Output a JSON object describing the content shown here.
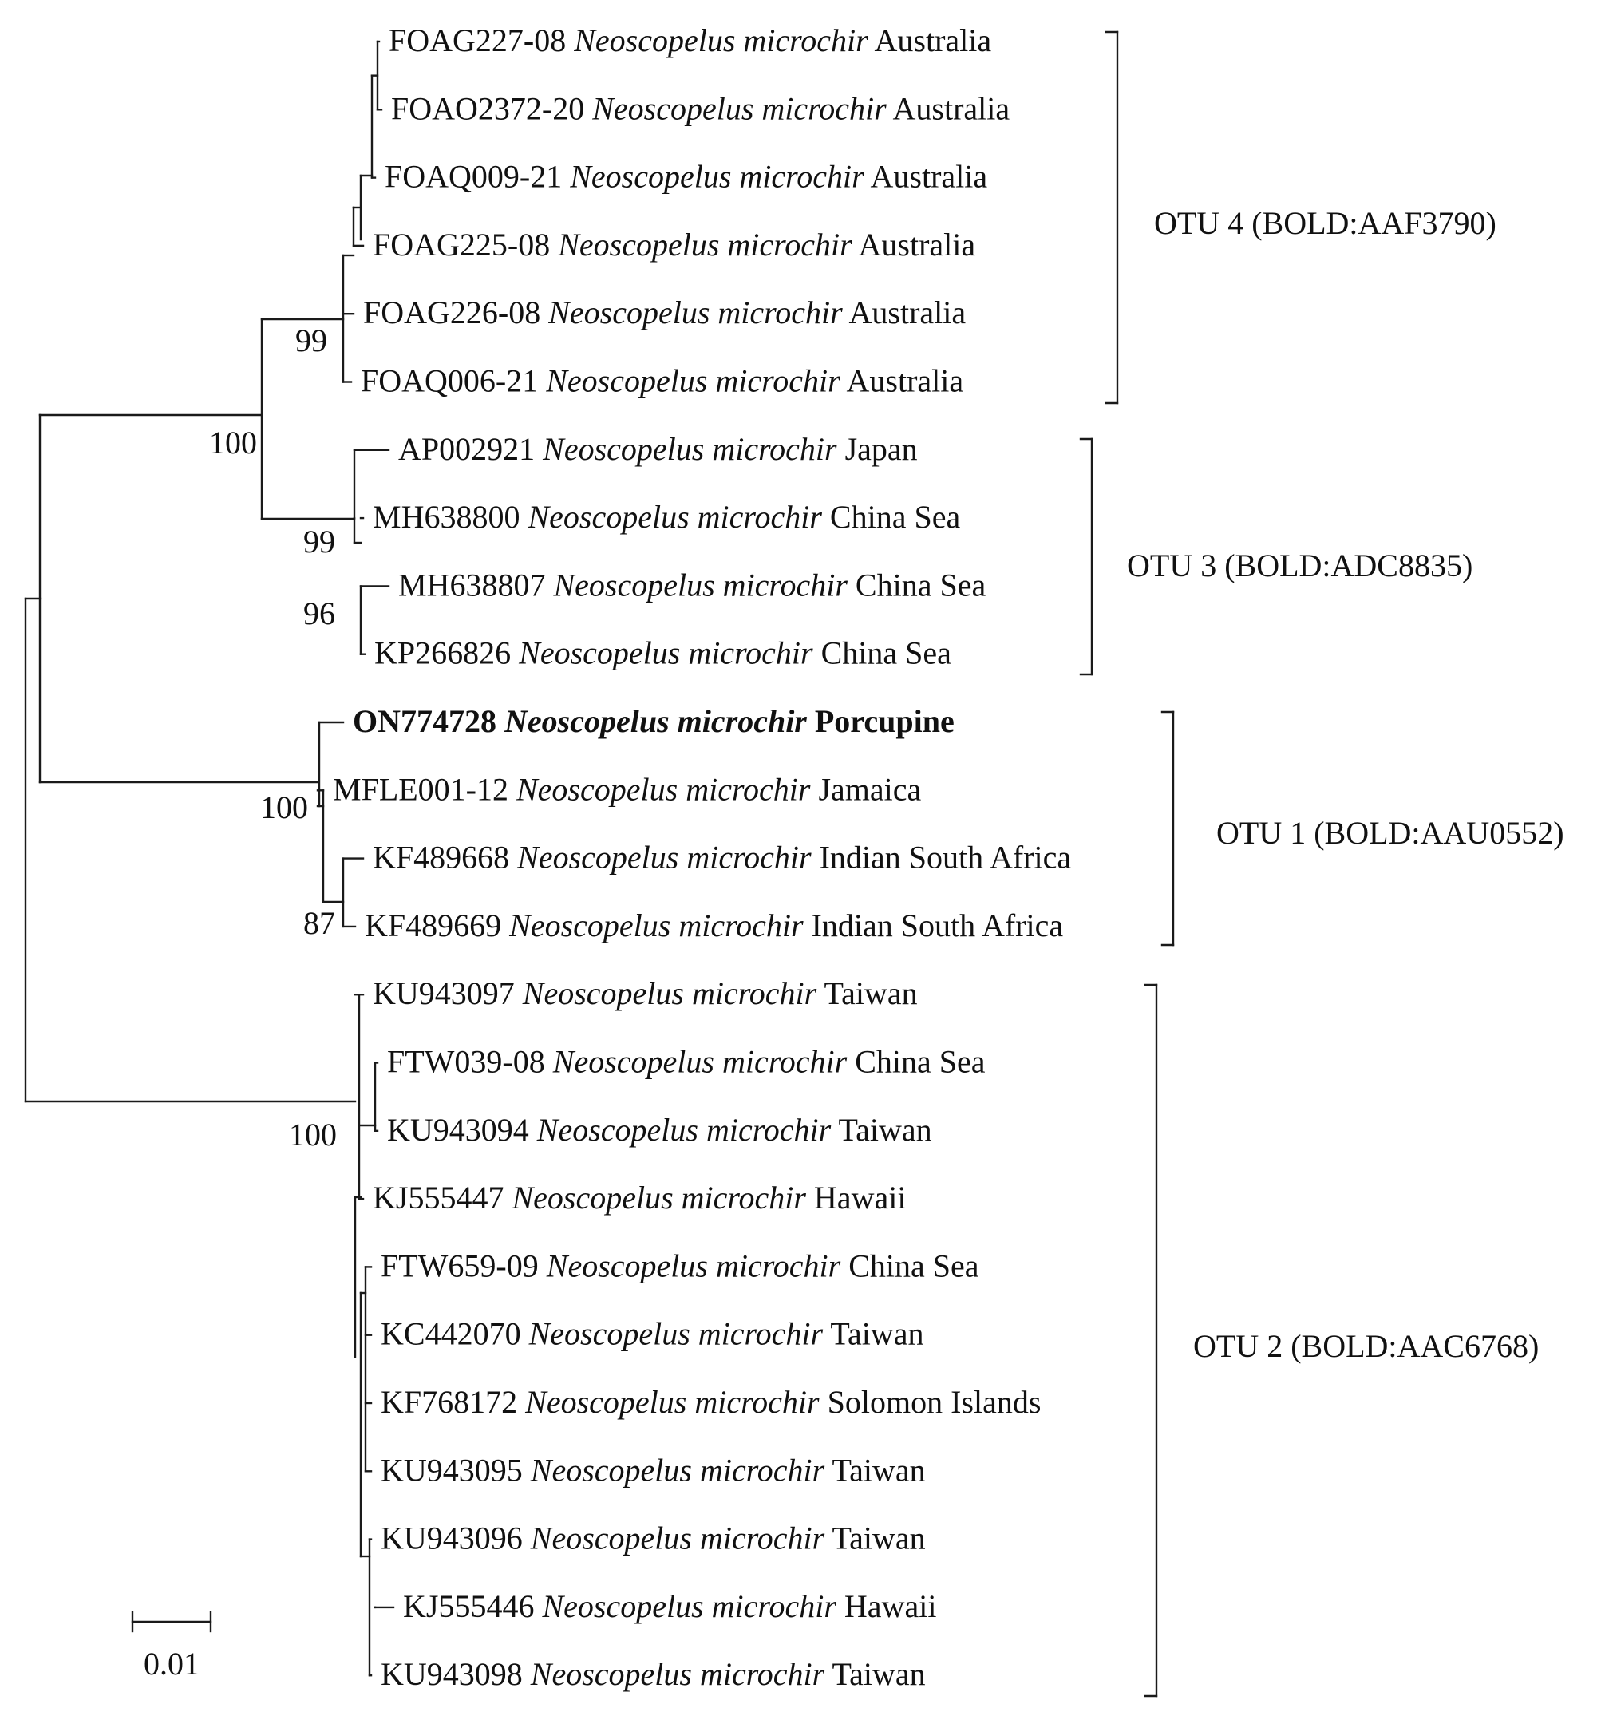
{
  "tree": {
    "taxa": [
      {
        "id": "t1",
        "accession": "FOAG227-08",
        "species": "Neoscopelus microchir",
        "locality": "Australia",
        "bold": false
      },
      {
        "id": "t2",
        "accession": "FOAO2372-20",
        "species": "Neoscopelus microchir",
        "locality": "Australia",
        "bold": false
      },
      {
        "id": "t3",
        "accession": "FOAQ009-21",
        "species": "Neoscopelus microchir",
        "locality": "Australia",
        "bold": false
      },
      {
        "id": "t4",
        "accession": "FOAG225-08",
        "species": "Neoscopelus microchir",
        "locality": "Australia",
        "bold": false
      },
      {
        "id": "t5",
        "accession": "FOAG226-08",
        "species": "Neoscopelus microchir",
        "locality": "Australia",
        "bold": false
      },
      {
        "id": "t6",
        "accession": "FOAQ006-21",
        "species": "Neoscopelus microchir",
        "locality": "Australia",
        "bold": false
      },
      {
        "id": "t7",
        "accession": "AP002921",
        "species": "Neoscopelus microchir",
        "locality": "Japan",
        "bold": false
      },
      {
        "id": "t8",
        "accession": "MH638800",
        "species": "Neoscopelus microchir",
        "locality": "China Sea",
        "bold": false
      },
      {
        "id": "t9",
        "accession": "MH638807",
        "species": "Neoscopelus microchir",
        "locality": "China Sea",
        "bold": false
      },
      {
        "id": "t10",
        "accession": "KP266826",
        "species": "Neoscopelus microchir",
        "locality": "China Sea",
        "bold": false
      },
      {
        "id": "t11",
        "accession": "ON774728",
        "species": "Neoscopelus microchir",
        "locality": "Porcupine",
        "bold": true
      },
      {
        "id": "t12",
        "accession": "MFLE001-12",
        "species": "Neoscopelus microchir",
        "locality": "Jamaica",
        "bold": false
      },
      {
        "id": "t13",
        "accession": "KF489668",
        "species": "Neoscopelus microchir",
        "locality": "Indian South Africa",
        "bold": false
      },
      {
        "id": "t14",
        "accession": "KF489669",
        "species": "Neoscopelus microchir",
        "locality": "Indian South Africa",
        "bold": false
      },
      {
        "id": "t15",
        "accession": "KU943097",
        "species": "Neoscopelus microchir",
        "locality": "Taiwan",
        "bold": false
      },
      {
        "id": "t16",
        "accession": "FTW039-08",
        "species": "Neoscopelus microchir",
        "locality": "China Sea",
        "bold": false
      },
      {
        "id": "t17",
        "accession": "KU943094",
        "species": "Neoscopelus microchir",
        "locality": "Taiwan",
        "bold": false
      },
      {
        "id": "t18",
        "accession": "KJ555447",
        "species": "Neoscopelus microchir",
        "locality": "Hawaii",
        "bold": false
      },
      {
        "id": "t19",
        "accession": "FTW659-09",
        "species": "Neoscopelus microchir",
        "locality": "China Sea",
        "bold": false
      },
      {
        "id": "t20",
        "accession": "KC442070",
        "species": "Neoscopelus microchir",
        "locality": "Taiwan",
        "bold": false
      },
      {
        "id": "t21",
        "accession": "KF768172",
        "species": "Neoscopelus microchir",
        "locality": "Solomon Islands",
        "bold": false
      },
      {
        "id": "t22",
        "accession": "KU943095",
        "species": "Neoscopelus microchir",
        "locality": "Taiwan",
        "bold": false
      },
      {
        "id": "t23",
        "accession": "KU943096",
        "species": "Neoscopelus microchir",
        "locality": "Taiwan",
        "bold": false
      },
      {
        "id": "t24",
        "accession": "KJ555446",
        "species": "Neoscopelus microchir",
        "locality": "Hawaii",
        "bold": false
      },
      {
        "id": "t25",
        "accession": "KU943098",
        "species": "Neoscopelus microchir",
        "locality": "Taiwan",
        "bold": false
      }
    ],
    "bootstrap": [
      {
        "id": "b_otu4",
        "value": "99"
      },
      {
        "id": "b_otu34",
        "value": "100"
      },
      {
        "id": "b_otu3",
        "value": "99"
      },
      {
        "id": "b_otu3sub",
        "value": "96"
      },
      {
        "id": "b_otu1",
        "value": "100"
      },
      {
        "id": "b_otu1sub",
        "value": "87"
      },
      {
        "id": "b_otu2",
        "value": "100"
      }
    ],
    "otus": [
      {
        "id": "otu4",
        "label": "OTU 4 (BOLD:AAF3790)"
      },
      {
        "id": "otu3",
        "label": "OTU 3 (BOLD:ADC8835)"
      },
      {
        "id": "otu1",
        "label": "OTU 1 (BOLD:AAU0552)"
      },
      {
        "id": "otu2",
        "label": "OTU 2 (BOLD:AAC6768)"
      }
    ],
    "scale_bar": {
      "value": 0.01,
      "label": "0.01"
    }
  }
}
